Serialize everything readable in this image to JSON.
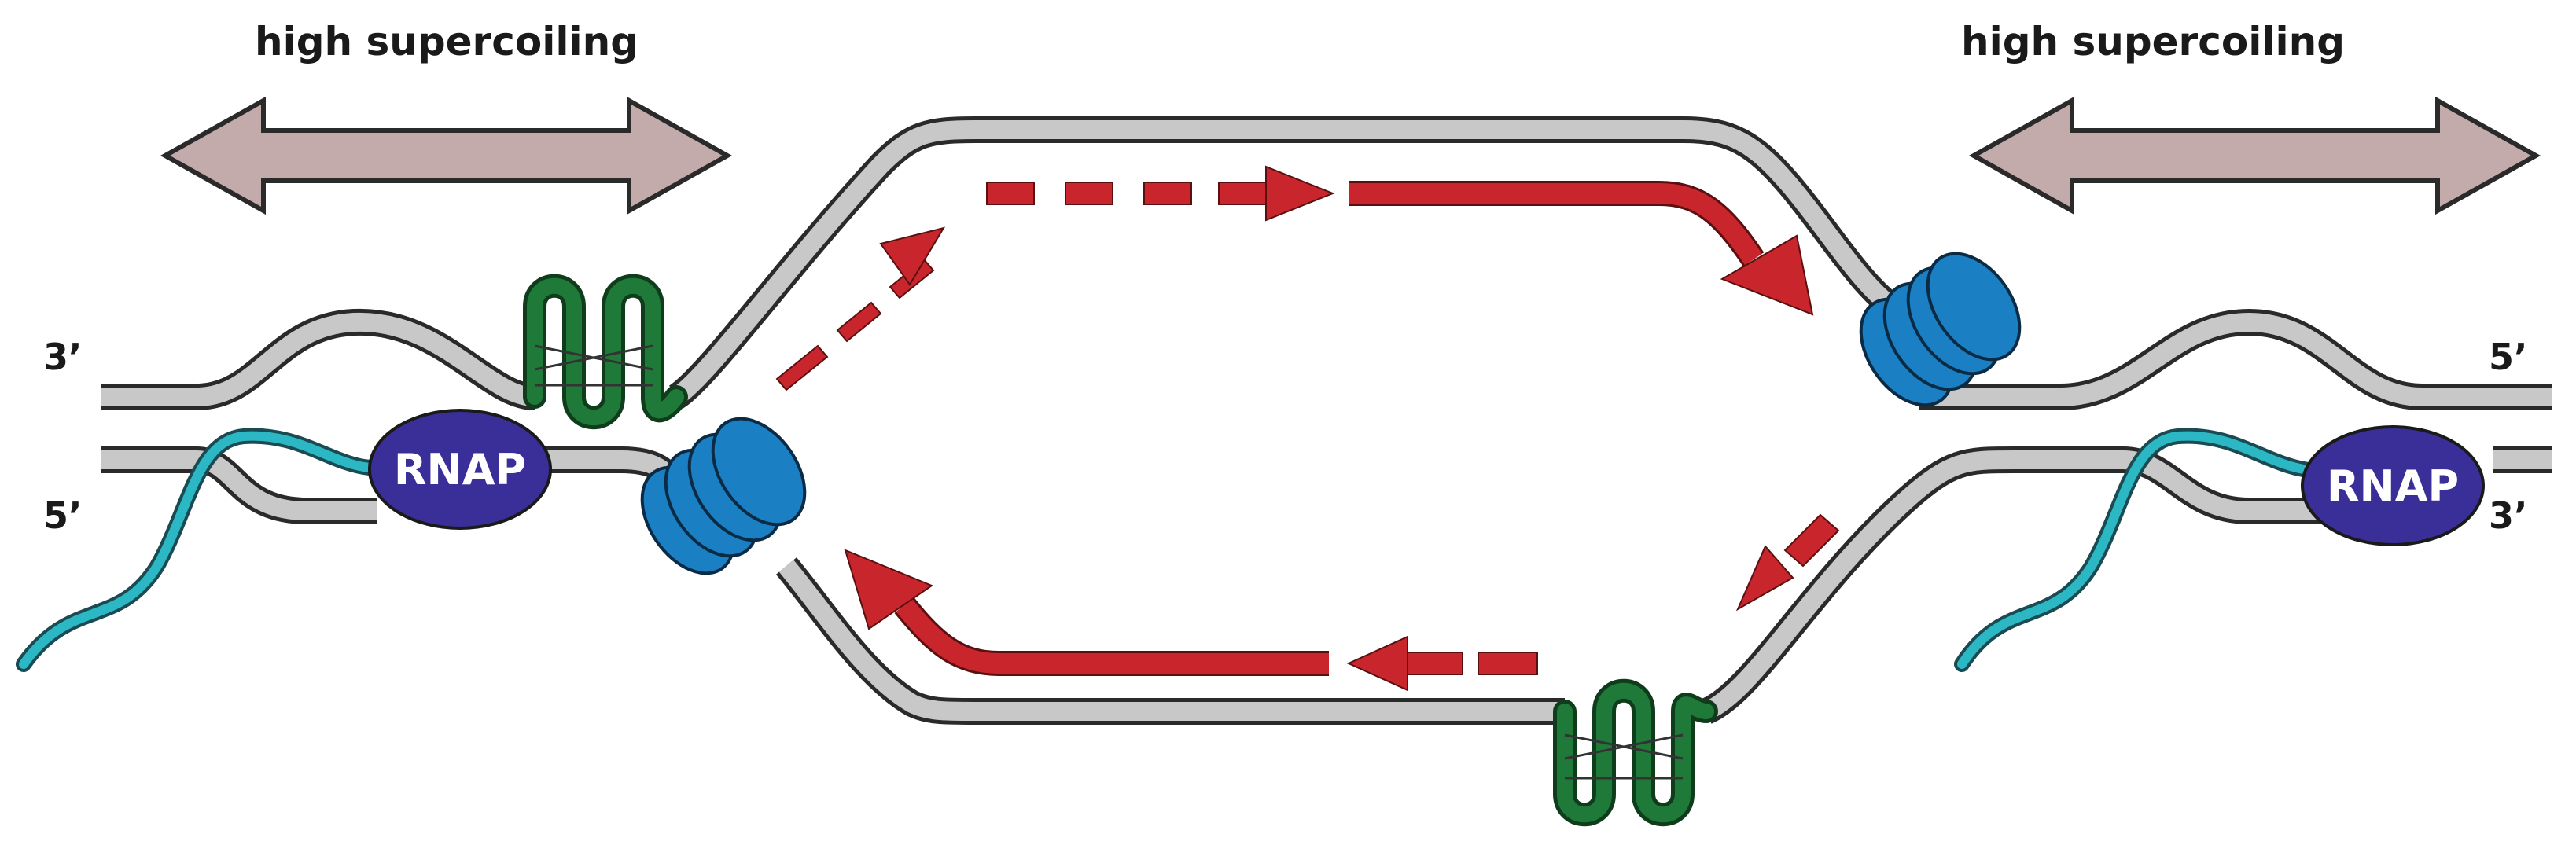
{
  "labels": {
    "left_supercoiling": "high supercoiling",
    "right_supercoiling": "high supercoiling",
    "left_top_end": "3’",
    "left_bottom_end": "5’",
    "right_top_end": "5’",
    "right_bottom_end": "3’",
    "rnap_left": "RNAP",
    "rnap_right": "RNAP"
  },
  "colors": {
    "dna_fill": "#c8c8c8",
    "dna_outline": "#2a2a2a",
    "arrow_red": "#c8262c",
    "supercoil_arrow": "#c3aaab",
    "rloop_green": "#1f7a3a",
    "helicase_blue": "#1b7fc4",
    "rnap_purple": "#3a2f98",
    "rna_cyan": "#2bb8c4"
  }
}
